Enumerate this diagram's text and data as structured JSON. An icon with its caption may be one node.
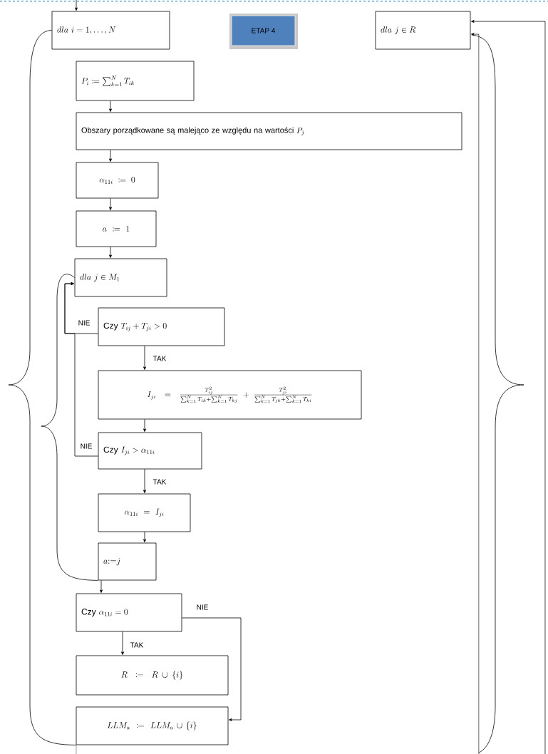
{
  "diagram": {
    "nodes": [
      {
        "text": [
          "dla\\ i = 1, \\ldots, N"
        ]
      },
      {
        "text": [
          "ETAP 4"
        ]
      },
      {
        "text": [
          "dla\\ j \\in R"
        ]
      },
      {
        "text": [
          "P_i \\coloneqq \\sum_{k=1}^{N} T_{ik}"
        ]
      },
      {
        "text": [
          "\\text{Obszary porządkowane są malejąco ze względu na wartości }P_j"
        ]
      },
      {
        "text": [
          "\\alpha_{11i} \\coloneqq 0"
        ]
      },
      {
        "text": [
          "a \\coloneqq 1"
        ]
      },
      {
        "text": [
          "dla\\ j \\in M_1"
        ]
      },
      {
        "text": [
          "\\text{Czy }T_{ij} + T_{ji} > 0"
        ]
      },
      {
        "text": [
          "I_{ji} = \\frac{T_{ij}^2}{\\sum_{k=1}^{N} T_{ik} + \\sum_{k=1}^{N} T_{kj}} + \\frac{T_{ji}^2}{\\sum_{k=1}^{N} T_{jk} + \\sum_{k=1}^{N} T_{ki}}"
        ]
      },
      {
        "text": [
          "\\text{Czy }I_{ji} > \\alpha_{11i}"
        ]
      },
      {
        "text": [
          "\\alpha_{11i} = I_{ji}"
        ]
      },
      {
        "text": [
          "a{:=}j"
        ]
      },
      {
        "text": [
          "\\text{Czy }\\alpha_{11i} = 0"
        ]
      },
      {
        "text": [
          "R \\coloneqq R \\cup \\{i\\}"
        ]
      },
      {
        "text": [
          "LLM_a \\coloneqq LLM_a \\cup \\{i\\}"
        ]
      }
    ],
    "edges": [
      {
        "from": null,
        "to": 0,
        "arrow": "to"
      },
      {
        "from": 3,
        "to": 4,
        "arrow": "to"
      },
      {
        "from": 4,
        "to": 5,
        "arrow": "to"
      },
      {
        "from": 5,
        "to": 6,
        "arrow": "to"
      },
      {
        "from": 6,
        "to": 7,
        "arrow": "to"
      },
      {
        "from": 8,
        "to": 9,
        "arrow": "to",
        "label": "TAK"
      },
      {
        "from": 8,
        "to": 7,
        "arrow": "to",
        "label": "NIE"
      },
      {
        "from": 9,
        "to": 10,
        "arrow": "to"
      },
      {
        "from": 10,
        "to": 11,
        "arrow": "to",
        "label": "TAK"
      },
      {
        "from": 10,
        "to": 7,
        "arrow": "to",
        "label": "NIE"
      },
      {
        "from": 11,
        "to": 12,
        "arrow": "to"
      },
      {
        "from": 12,
        "to": 13,
        "arrow": "to"
      },
      {
        "from": 13,
        "to": 14,
        "arrow": "to",
        "label": "TAK"
      },
      {
        "from": 13,
        "to": 15,
        "arrow": "to",
        "label": "NIE"
      },
      {
        "from": 12,
        "to": 7,
        "arrow": "none"
      },
      {
        "from": 15,
        "to": 0,
        "arrow": "none"
      },
      {
        "from": 15,
        "to": null,
        "arrow": "none"
      },
      {
        "from": null,
        "to": 2,
        "arrow": "to"
      },
      {
        "from": null,
        "to": 2,
        "arrow": "to"
      }
    ]
  }
}
